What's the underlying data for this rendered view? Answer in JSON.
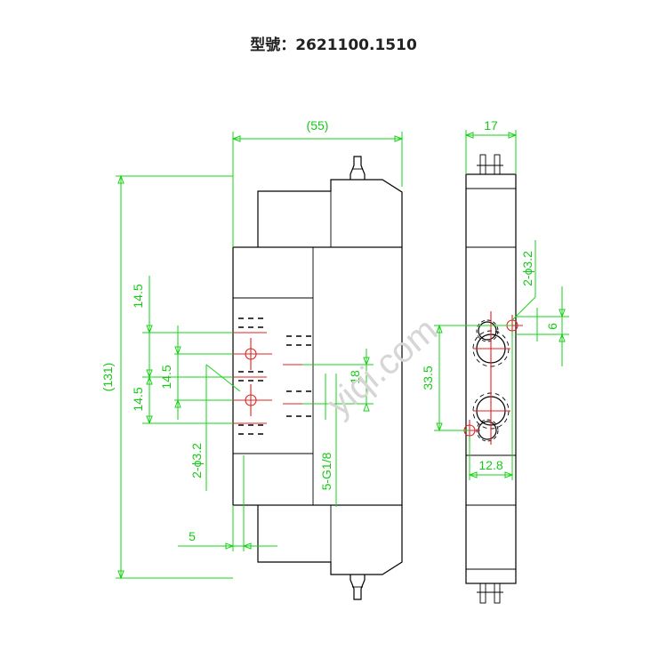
{
  "title": "型號：2621100.1510",
  "dimensions": {
    "width_front": "(55)",
    "height_total": "(131)",
    "pitch_top": "14.5",
    "pitch_mid": "14.5",
    "pitch_bottom": "14.5",
    "hole_front": "2-ϕ3.2",
    "offset_left": "5",
    "port_spacing": "18",
    "port_thread": "5-G1/8",
    "width_side": "17",
    "hole_side": "2-ϕ3.2",
    "side_offset": "6",
    "side_height": "33.5",
    "side_width": "12.8"
  },
  "watermark": "yiqi.com",
  "colors": {
    "dimension": "#19d219",
    "centerline": "#e02020",
    "outline": "#000000"
  }
}
